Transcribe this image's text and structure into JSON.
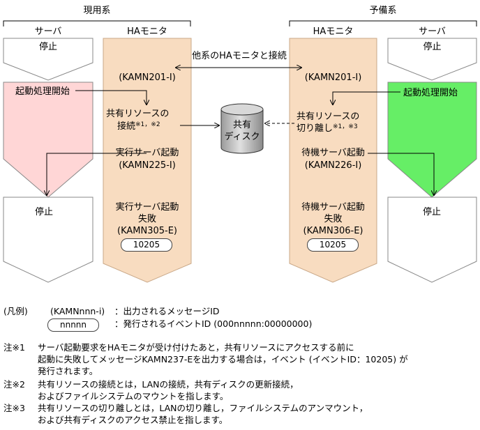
{
  "systems": {
    "active": {
      "title": "現用系",
      "server_label": "サーバ",
      "monitor_label": "HAモニタ"
    },
    "standby": {
      "title": "予備系",
      "monitor_label": "HAモニタ",
      "server_label": "サーバ"
    }
  },
  "active_server": {
    "top_state": "停止",
    "start_label": "起動処理開始",
    "bottom_state": "停止"
  },
  "standby_server": {
    "top_state": "停止",
    "start_label": "起動処理開始",
    "bottom_state": "停止"
  },
  "connect_label": "他系のHAモニタと接続",
  "shared_disk": {
    "line1": "共有",
    "line2": "ディスク"
  },
  "active_monitor": {
    "msg1": "(KAMN201-I)",
    "share_line1": "共有リソースの",
    "share_line2": "接続",
    "share_sup": "※1，※2",
    "run_line1": "実行サーバ起動",
    "run_line2": "(KAMN225-I)",
    "fail_line1": "実行サーバ起動",
    "fail_line2": "失敗",
    "fail_line3": "(KAMN305-E)",
    "event": "10205"
  },
  "standby_monitor": {
    "msg1": "(KAMN201-I)",
    "share_line1": "共有リソースの",
    "share_line2": "切り離し",
    "share_sup": "※1，※3",
    "run_line1": "待機サーバ起動",
    "run_line2": "(KAMN226-I)",
    "fail_line1": "待機サーバ起動",
    "fail_line2": "失敗",
    "fail_line3": "(KAMN306-E)",
    "event": "10205"
  },
  "legend": {
    "title": "(凡例)",
    "msg_sample": "(KAMNnnn-i)",
    "msg_desc": "：出力されるメッセージID",
    "event_sample": "nnnnn",
    "event_desc": "：発行されるイベントID (000nnnnn:00000000)"
  },
  "notes": [
    {
      "mark": "注※1",
      "lines": [
        "サーバ起動要求をHAモニタが受け付けたあと，共有リソースにアクセスする前に",
        "起動に失敗してメッセージKAMN237-Eを出力する場合は，イベント (イベントID：10205) が",
        "発行されます。"
      ]
    },
    {
      "mark": "注※2",
      "lines": [
        "共有リソースの接続とは，LANの接続，共有ディスクの更新接続，",
        "およびファイルシステムのマウントを指します。"
      ]
    },
    {
      "mark": "注※3",
      "lines": [
        "共有リソースの切り離しとは，LANの切り離し，ファイルシステムのアンマウント，",
        "および共有ディスクのアクセス禁止を指します。"
      ]
    }
  ],
  "colors": {
    "monitor_fill": "#f8dcc0",
    "active_start_fill": "#ffd6d6",
    "standby_start_fill": "#66ee66",
    "disk_fill": "#c8c8c8",
    "stroke": "#777777"
  }
}
